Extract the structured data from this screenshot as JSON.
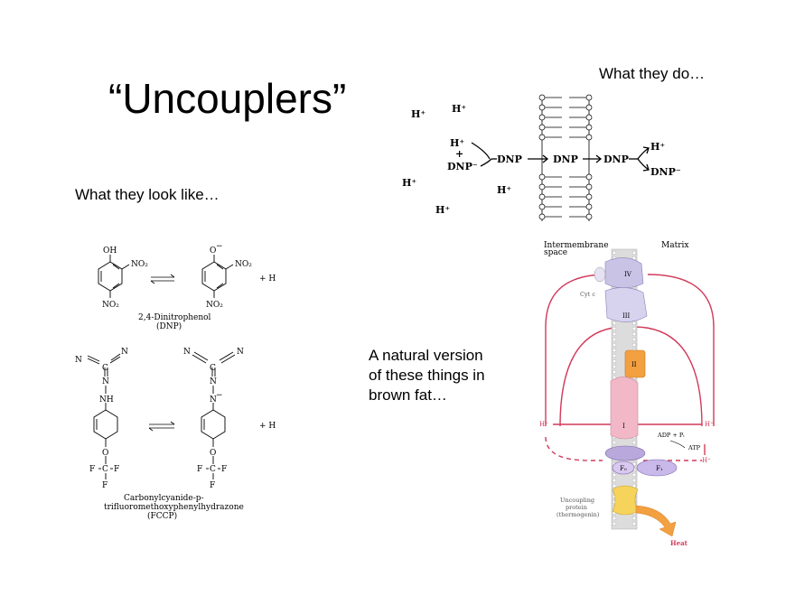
{
  "slide": {
    "title": "“Uncouplers”",
    "look_heading": "What they look like…",
    "do_heading": "What they do…",
    "natural_line1": "A natural version",
    "natural_line2": "of these things in",
    "natural_line3": "brown fat…"
  },
  "structures": {
    "oh": "OH",
    "ominus": "O",
    "no2": "NO₂",
    "plus_h": "+ H",
    "dnp_name": "2,4-Dinitrophenol",
    "dnp_abbr": "(DNP)",
    "n": "N",
    "nh": "NH",
    "nminus": "N",
    "o": "O",
    "f": "F",
    "fccp_name1": "Carbonylcyanide-p-",
    "fccp_name2": "trifluoromethoxyphenylhydrazone",
    "fccp_abbr": "(FCCP)"
  },
  "mechanism": {
    "hplus": "H⁺",
    "plus": "+",
    "dnp_minus": "DNP⁻",
    "dnp": "DNP"
  },
  "mito": {
    "intermembrane_label1": "Intermembrane",
    "intermembrane_label2": "space",
    "matrix_label": "Matrix",
    "cytc": "Cyt c",
    "complex_iv": "IV",
    "complex_iii": "III",
    "complex_ii": "II",
    "complex_i": "I",
    "hplus_left": "H⁺",
    "hplus_right": "H⁺",
    "adp": "ADP + Pᵢ",
    "atp": "ATP",
    "fo": "F₀",
    "f1": "F₁",
    "ucp1": "Uncoupling",
    "ucp2": "protein",
    "ucp3": "(thermogenin)",
    "heat": "Heat",
    "colors": {
      "red": "#d23a5a",
      "lavender": "#c9c3e6",
      "pink": "#f2b8c8",
      "orange": "#f2a040",
      "yellow": "#f6d35a"
    }
  }
}
